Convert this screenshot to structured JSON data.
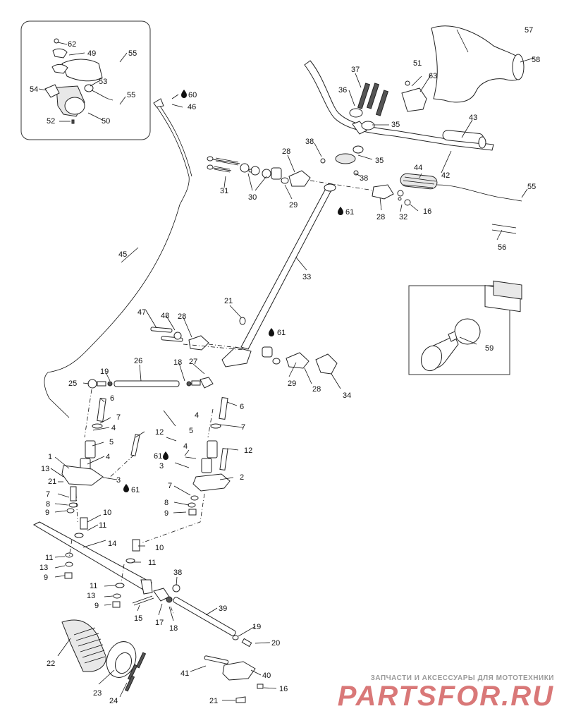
{
  "diagram": {
    "labels": [
      "1",
      "2",
      "3",
      "3",
      "4",
      "4",
      "4",
      "4",
      "5",
      "5",
      "6",
      "6",
      "7",
      "7",
      "7",
      "7",
      "8",
      "8",
      "9",
      "9",
      "9",
      "9",
      "10",
      "10",
      "11",
      "11",
      "11",
      "11",
      "12",
      "12",
      "13",
      "13",
      "13",
      "14",
      "15",
      "16",
      "16",
      "17",
      "18",
      "18",
      "19",
      "19",
      "20",
      "21",
      "21",
      "21",
      "22",
      "23",
      "24",
      "25",
      "26",
      "27",
      "28",
      "28",
      "28",
      "28",
      "29",
      "29",
      "30",
      "31",
      "32",
      "33",
      "34",
      "35",
      "35",
      "36",
      "37",
      "38",
      "38",
      "38",
      "39",
      "40",
      "41",
      "42",
      "43",
      "44",
      "45",
      "46",
      "47",
      "48",
      "49",
      "50",
      "51",
      "52",
      "53",
      "54",
      "55",
      "55",
      "55",
      "56",
      "57",
      "58",
      "59",
      "60",
      "61",
      "61",
      "61",
      "61",
      "62",
      "63"
    ]
  },
  "watermark": {
    "tagline": "ЗАПЧАСТИ И АКСЕССУАРЫ ДЛЯ МОТОТЕХНИКИ",
    "logo": "PARTSFOR.RU"
  },
  "colors": {
    "line": "#111111",
    "watermark": "#d97878",
    "tagline": "#9a9a9a"
  },
  "icons": [
    "oil-drop-icon"
  ]
}
